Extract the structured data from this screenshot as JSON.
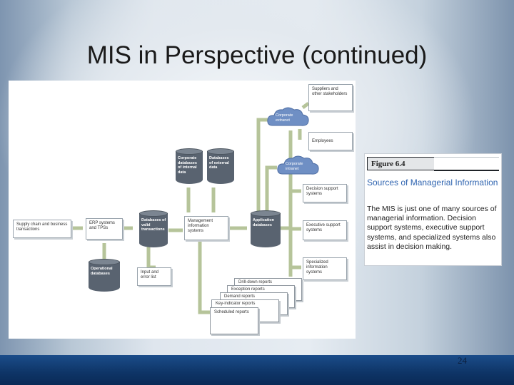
{
  "slide": {
    "title": "MIS in Perspective (continued)",
    "page_number": "24"
  },
  "figure": {
    "label": "Figure 6.4",
    "title": "Sources of Managerial Information",
    "caption": "The MIS is just one of many sources of managerial information. Decision support systems, executive support systems, and specialized systems also assist in decision making."
  },
  "diagram": {
    "supply_chain": "Supply chain and business transactions",
    "erp": "ERP systems and TPSs",
    "operational_db": "Operational databases",
    "valid_tx_db": "Databases of valid transactions",
    "input_error": "Input and error list",
    "corporate_internal_db": "Corporate databases of internal data",
    "external_db": "Databases of external data",
    "mis": "Management information systems",
    "application_db": "Application databases",
    "suppliers": "Suppliers and other stakeholders",
    "extranet": "Corporate extranet",
    "employees": "Employees",
    "intranet": "Corporate intranet",
    "dss": "Decision support systems",
    "ess": "Executive support systems",
    "specialized": "Specialized information systems",
    "reports": [
      "Drill-down reports",
      "Exception reports",
      "Demand reports",
      "Key-indicator reports",
      "Scheduled reports"
    ]
  },
  "colors": {
    "arrow": "#b6c49a",
    "cylinder": "#596370",
    "cloud": "#6f8fc4",
    "figure_title": "#2f64b0",
    "bottom_bar": "#0e3466"
  }
}
